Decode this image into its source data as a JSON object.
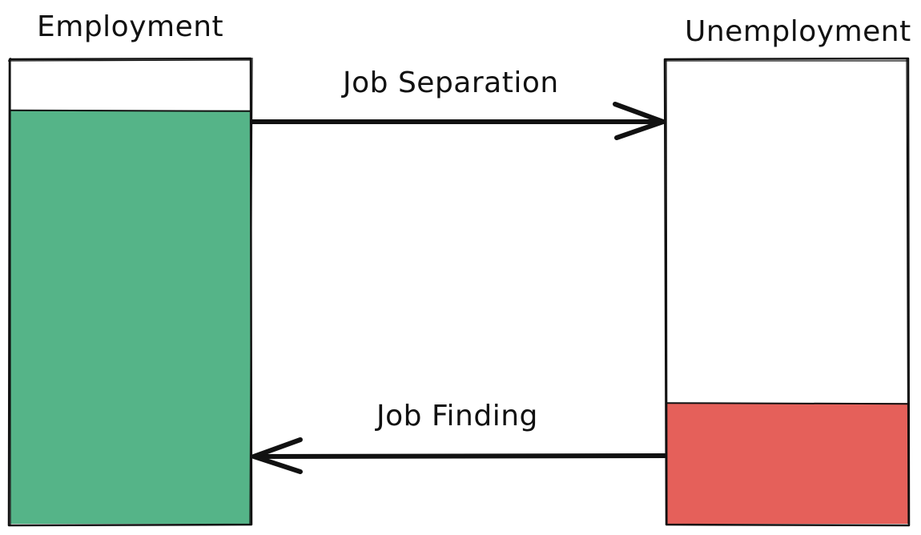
{
  "diagram": {
    "stocks": {
      "employment": {
        "label": "Employment",
        "fill_level": 0.89,
        "fill_color": "#55b488"
      },
      "unemployment": {
        "label": "Unemployment",
        "fill_level": 0.26,
        "fill_color": "#e5605a"
      }
    },
    "flows": {
      "job_separation": {
        "label": "Job Separation",
        "direction": "employment-to-unemployment"
      },
      "job_finding": {
        "label": "Job Finding",
        "direction": "unemployment-to-employment"
      }
    },
    "stroke_color": "#111111"
  }
}
